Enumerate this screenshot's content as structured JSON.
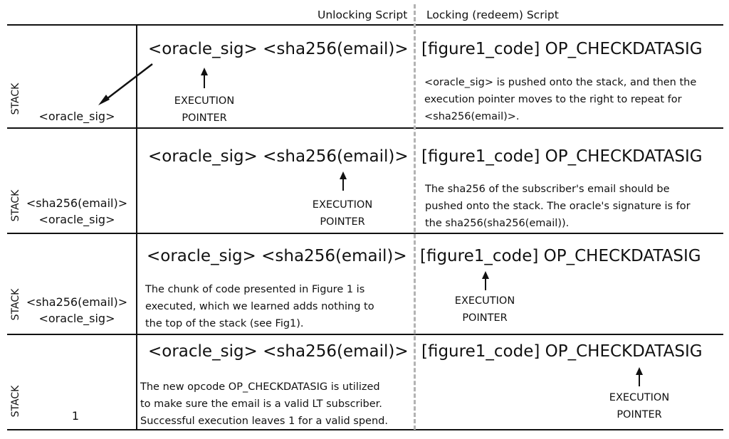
{
  "headers": {
    "unlocking": "Unlocking Script",
    "locking": "Locking (redeem) Script"
  },
  "stack_label": "STACK",
  "pointer_label": [
    "EXECUTION",
    "POINTER"
  ],
  "unlocking_script": "<oracle_sig>  <sha256(email)>",
  "locking_script": "[figure1_code] OP_CHECKDATASIG",
  "rows": [
    {
      "stack": [
        "<oracle_sig>"
      ],
      "description": [
        "<oracle_sig> is pushed onto the stack, and then the",
        "execution pointer moves to the right to repeat for",
        "<sha256(email)>."
      ]
    },
    {
      "stack": [
        "<sha256(email)>",
        "<oracle_sig>"
      ],
      "description": [
        "The sha256 of the subscriber's email should be",
        "pushed onto the stack.  The oracle's signature is for",
        "the sha256(sha256(email))."
      ]
    },
    {
      "stack": [
        "<sha256(email)>",
        "<oracle_sig>"
      ],
      "description": [
        "The chunk of code presented in Figure 1 is",
        "executed, which we learned adds nothing to",
        "the top of the stack (see Fig1)."
      ]
    },
    {
      "stack": [
        "1"
      ],
      "description": [
        "The new opcode OP_CHECKDATASIG is utilized",
        "to make sure the email is a valid LT subscriber.",
        "Successful execution leaves 1 for a valid spend."
      ]
    }
  ]
}
